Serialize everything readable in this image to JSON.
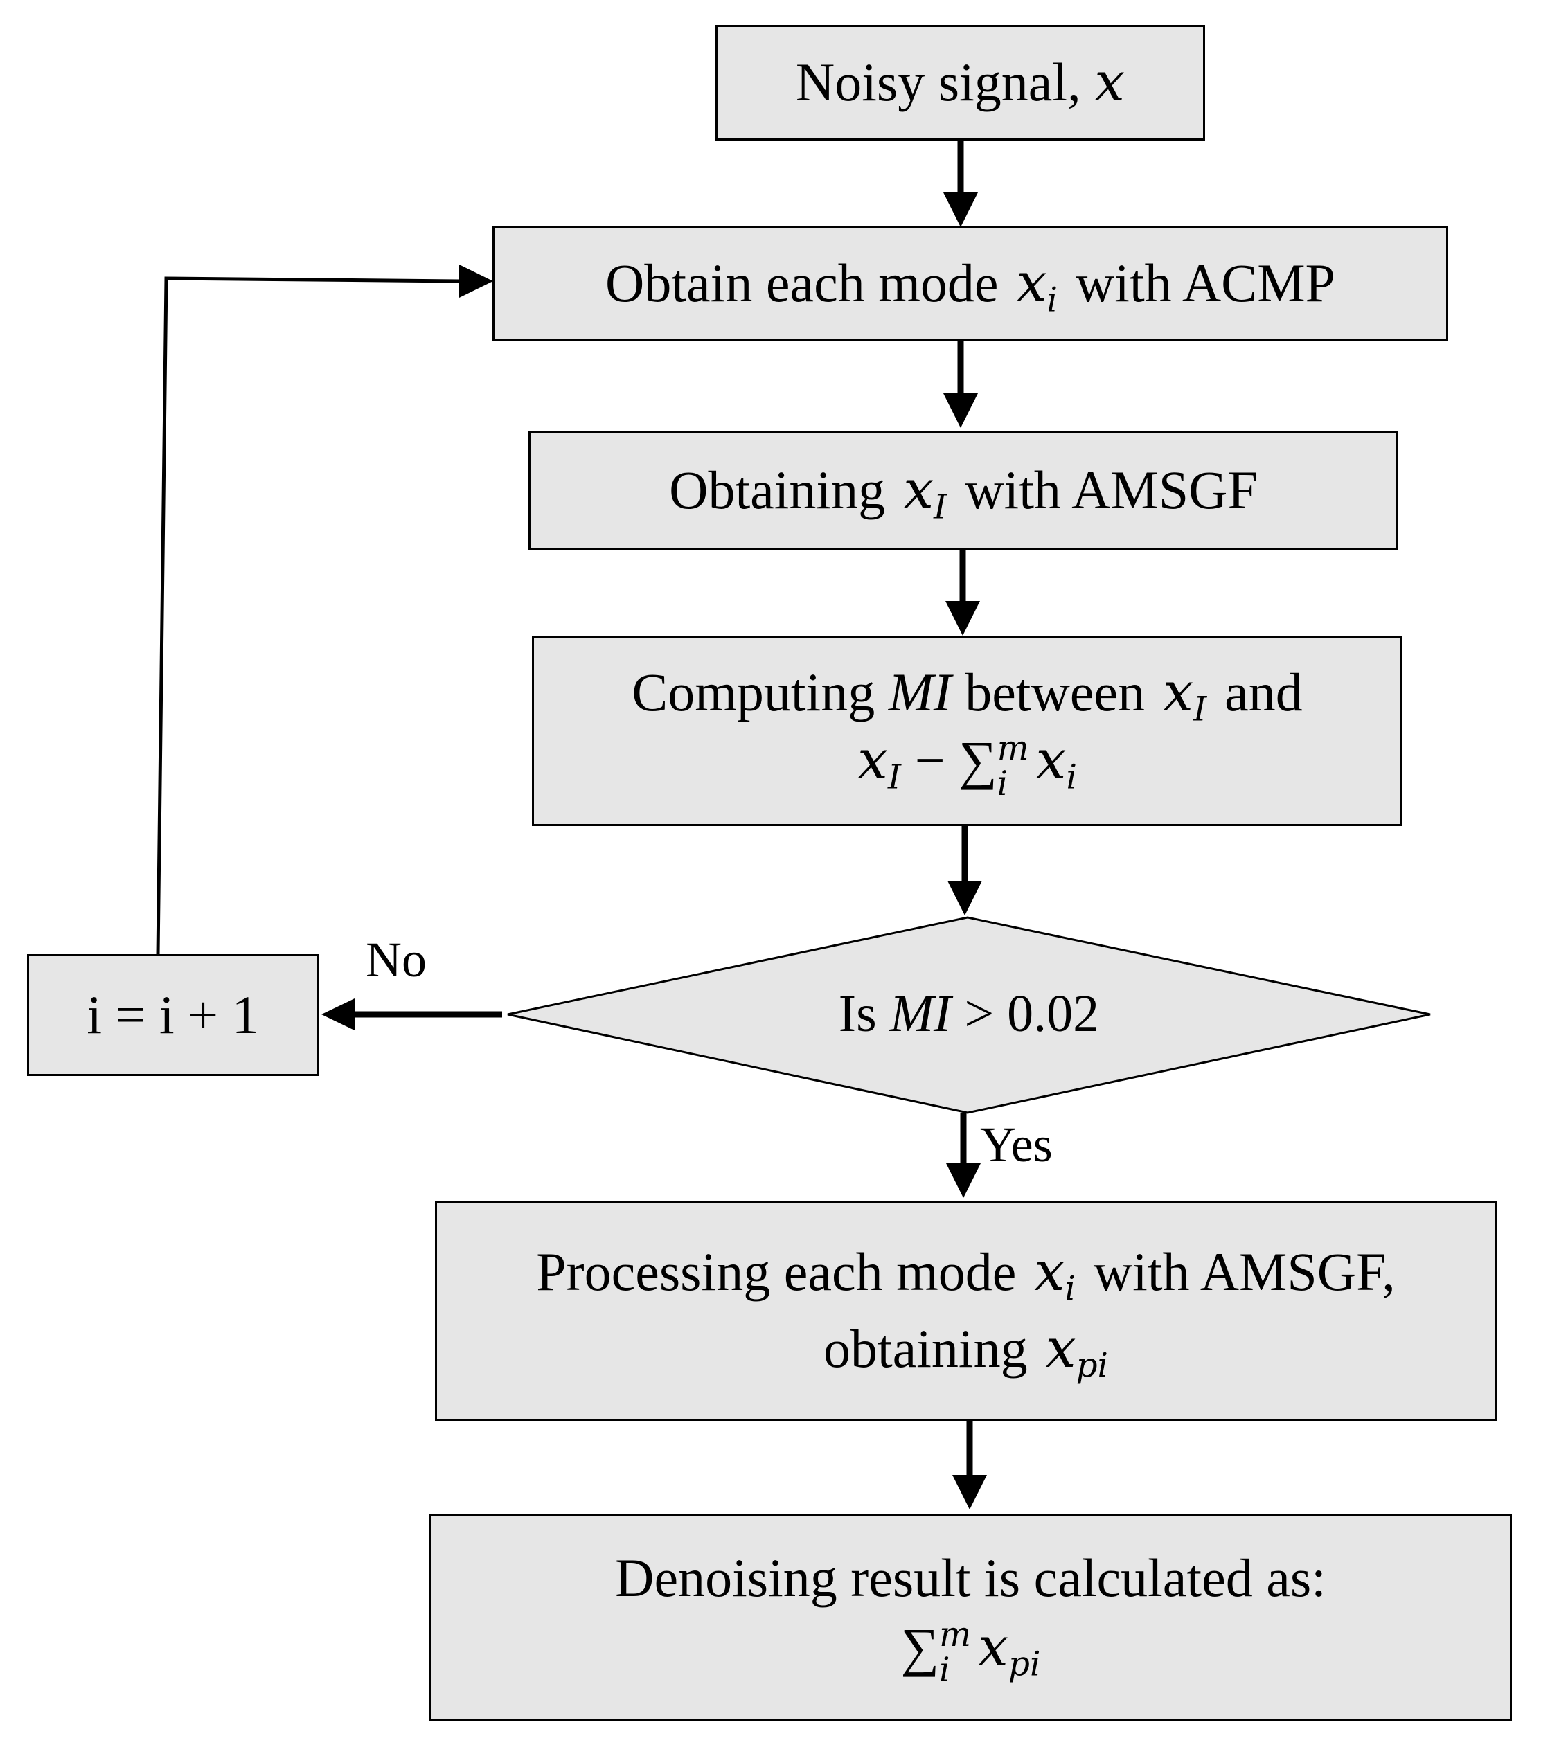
{
  "nodes": {
    "noisy_signal": {
      "text": "Noisy signal, ",
      "var": "x"
    },
    "obtain_modes": {
      "before": "Obtain each mode",
      "var": "x",
      "sub": "i",
      "after": "with ACMP"
    },
    "obtain_xi": {
      "before": "Obtaining",
      "var": "x",
      "sub": "I",
      "after": "with AMSGF"
    },
    "compute_mi": {
      "before": "Computing",
      "mi": "MI",
      "between": " between",
      "var": "x",
      "sub": "I",
      "and": "and",
      "line2": {
        "var1": "x",
        "sub1": "I",
        "minus": " − ",
        "sum": "∑",
        "sum_sup": "m",
        "sum_sub": "i",
        "var2": "x",
        "sub2": "i"
      }
    },
    "decision": {
      "is": "Is ",
      "mi": "MI",
      "rest": " > 0.02"
    },
    "increment": {
      "text": "i = i + 1"
    },
    "process_modes": {
      "before": "Processing each mode",
      "var": "x",
      "sub": "i",
      "after": "with AMSGF,",
      "line2": "obtaining",
      "var2": "x",
      "sub2": "pi"
    },
    "result": {
      "line1": "Denoising result is calculated as:",
      "sum": "∑",
      "sum_sup": "m",
      "sum_sub": "i",
      "var": "x",
      "sub": "pi"
    }
  },
  "edge_labels": {
    "no": "No",
    "yes": "Yes"
  }
}
